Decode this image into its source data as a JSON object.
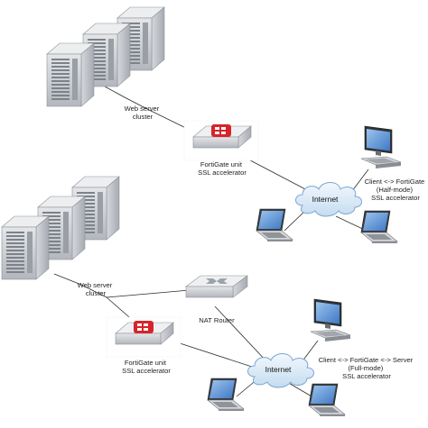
{
  "top_section": {
    "web_cluster_label": [
      "Web server",
      "cluster"
    ],
    "fortigate_label": [
      "FortiGate unit",
      "SSL accelerator"
    ],
    "internet_label": "Internet",
    "client_label": [
      "Client <-> FortiGate",
      "(Half-mode)",
      "SSL accelerator"
    ]
  },
  "bottom_section": {
    "web_cluster_label": [
      "Web server",
      "cluster"
    ],
    "nat_router_label": "NAT Router",
    "fortigate_label": [
      "FortiGate unit",
      "SSL accelerator"
    ],
    "internet_label": "Internet",
    "client_label": [
      "Client <-> FortiGate <-> Server",
      "(Full-mode)",
      "SSL accelerator"
    ]
  },
  "colors": {
    "server_body": "#c9ccd1",
    "fortigate_red": "#d8232a",
    "cloud": "#dbeaf6",
    "cloud_edge": "#7aa7cf",
    "screen_blue": "#6f9fd8",
    "wire": "#2a2a2a"
  }
}
